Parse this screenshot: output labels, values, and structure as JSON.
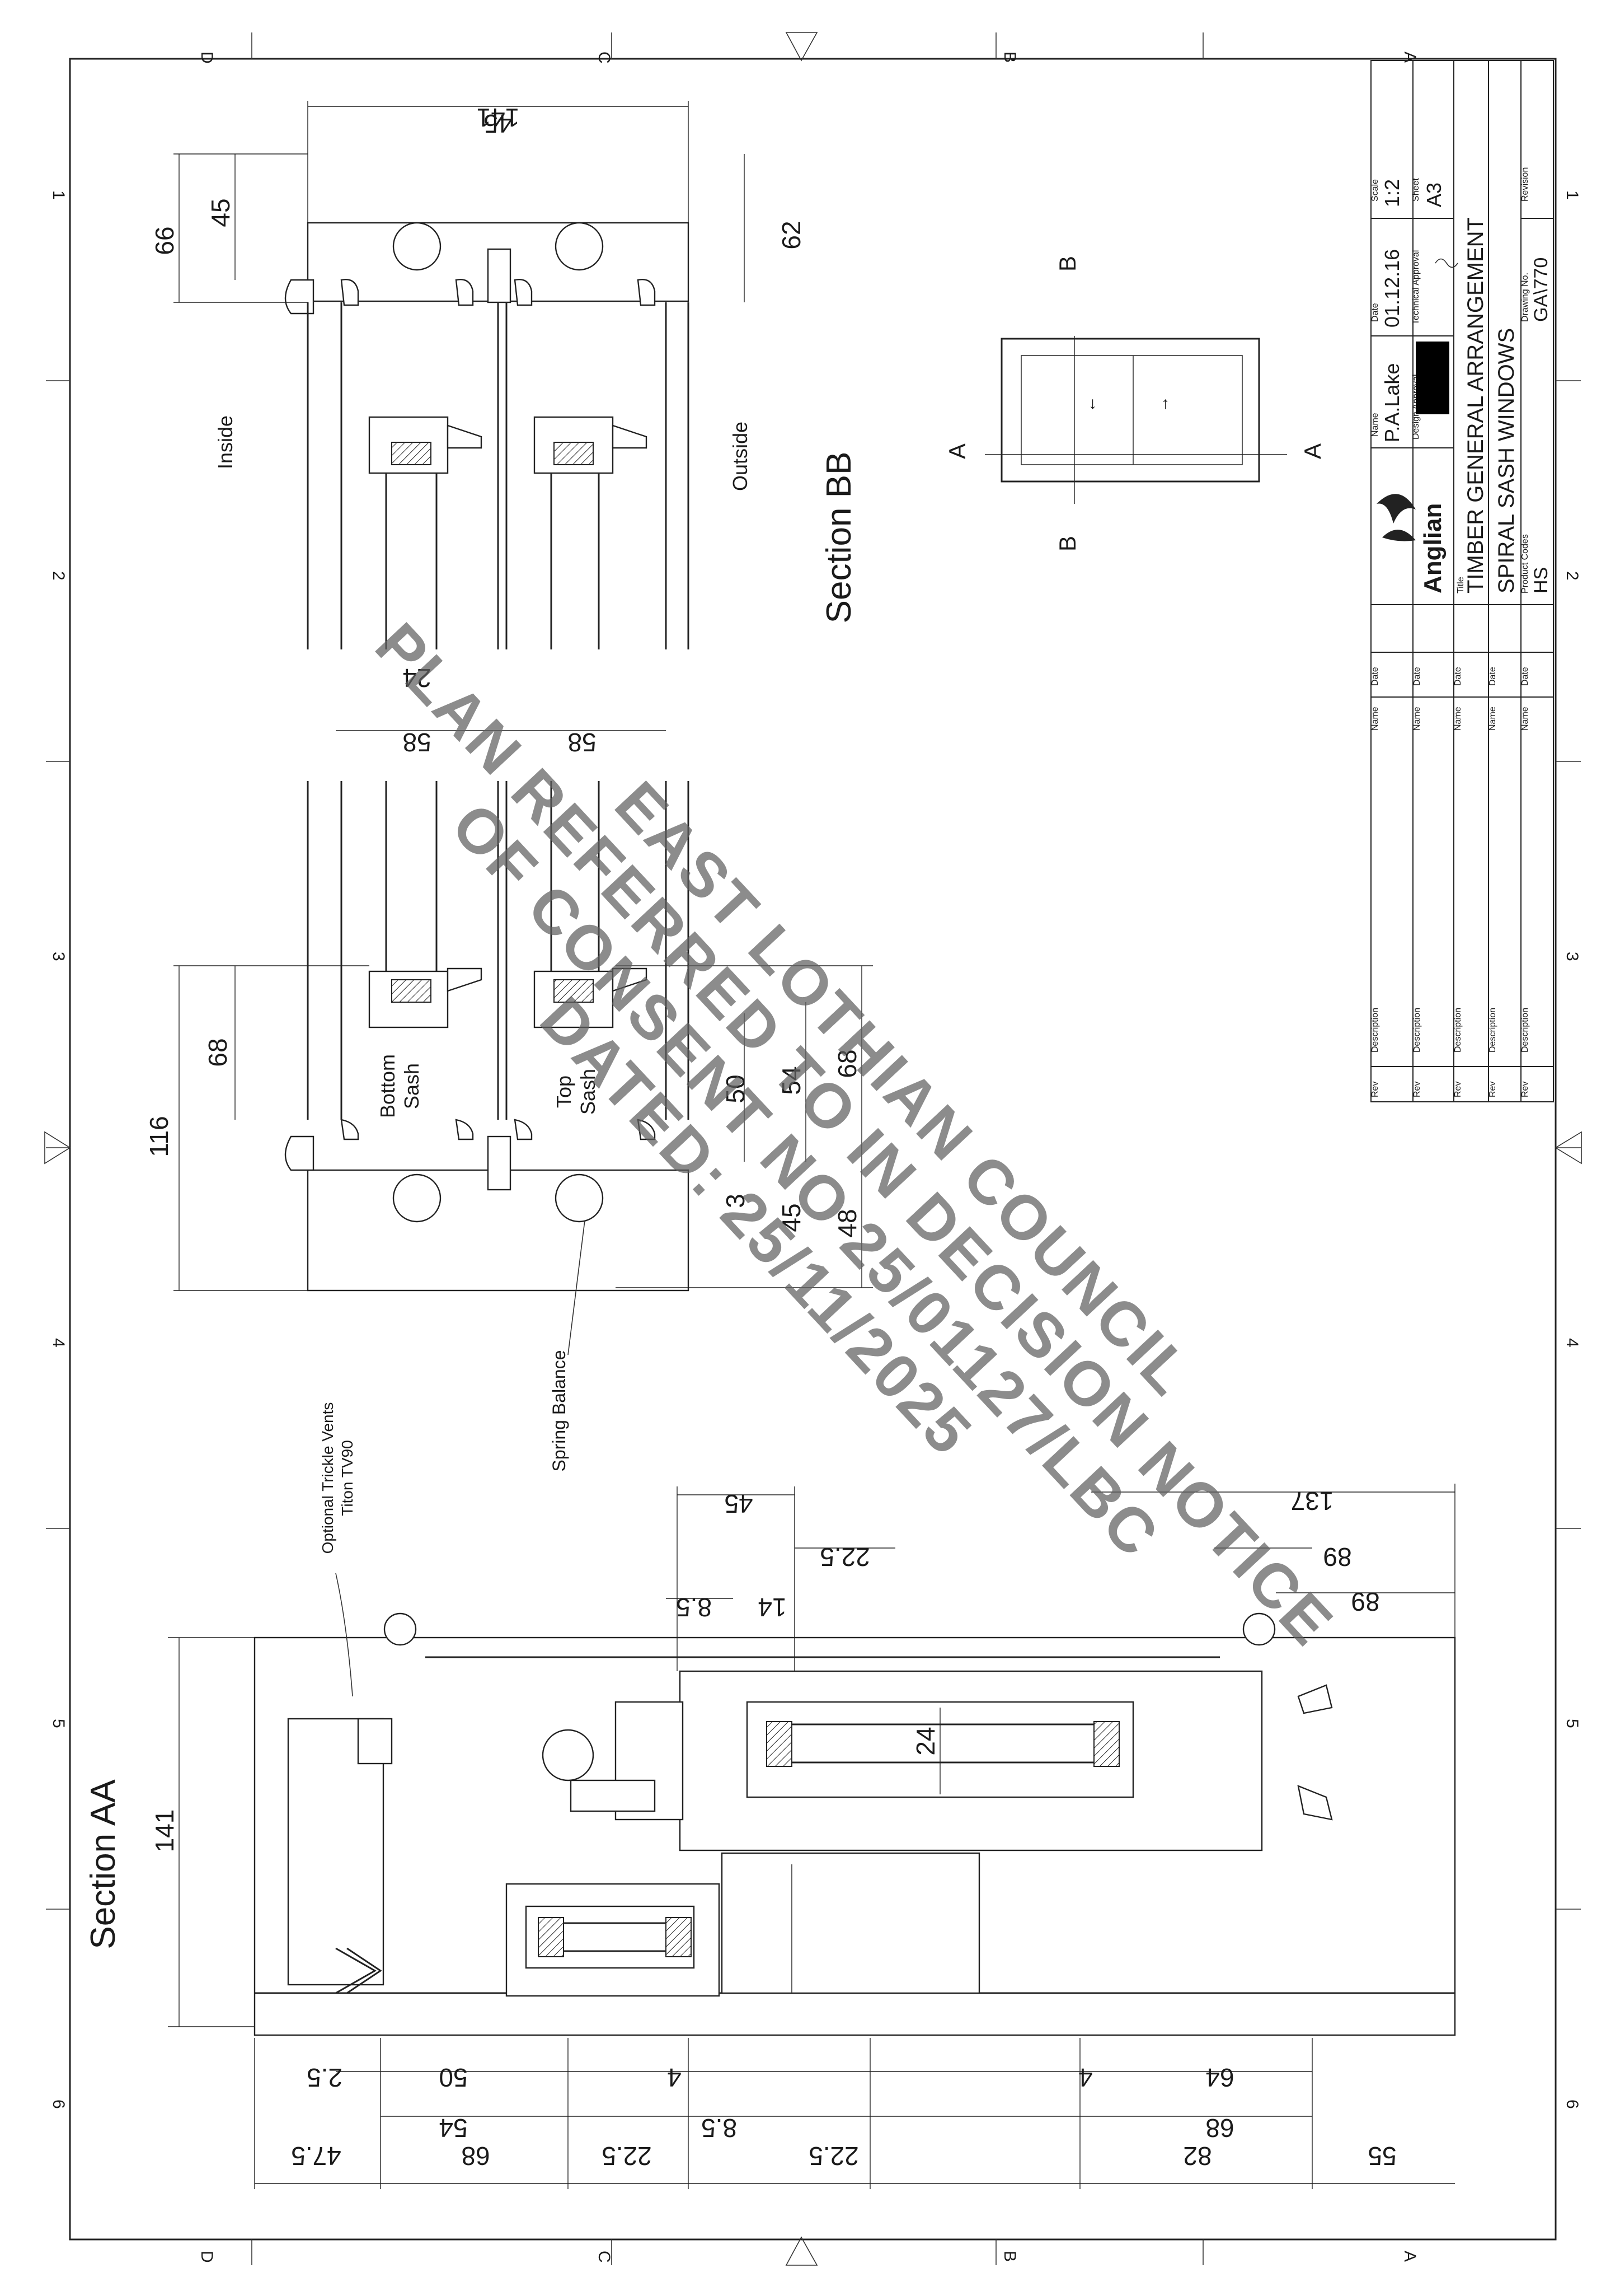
{
  "borders": {
    "columns": [
      "D",
      "C",
      "B",
      "A"
    ],
    "rows": [
      "1",
      "2",
      "3",
      "4",
      "5",
      "6"
    ]
  },
  "section_aa": {
    "title": "Section AA",
    "overall_width": "141",
    "trickle_vent_note": [
      "Optional Trickle Vents",
      "Titon TV90"
    ],
    "dims_bottom": [
      "47.5",
      "68",
      "22.5",
      "22.5",
      "82",
      "55"
    ],
    "dims_inner_row1": [
      "2.5",
      "50",
      "4",
      "4",
      "64"
    ],
    "dims_inner_row2": [
      "54",
      "8.5",
      "68"
    ],
    "dims_top": [
      "45",
      "22.5",
      "8.5",
      "14",
      "137",
      "89",
      "89"
    ],
    "glass_gap": "24"
  },
  "section_bb": {
    "title": "Section BB",
    "overall_width": "141",
    "dims_top": [
      "45",
      "66",
      "62"
    ],
    "dims_mid": [
      "58",
      "58",
      "24"
    ],
    "dims_bottom_left": [
      "68",
      "116"
    ],
    "dims_bottom_right": [
      "50",
      "54",
      "68",
      "3",
      "45",
      "48"
    ],
    "label_inside": "Inside",
    "label_outside": "Outside",
    "label_bottom_sash": [
      "Bottom",
      "Sash"
    ],
    "label_top_sash": [
      "Top",
      "Sash"
    ],
    "spring_balance": "Spring Balance"
  },
  "key_plan": {
    "a": "A",
    "b": "B"
  },
  "stamp": {
    "line1": "EAST LOTHIAN COUNCIL",
    "line2": "PLAN REFERRED TO IN DECISION NOTICE",
    "line3": "OF CONSENT NO 25/01127/LBC",
    "line4": "DATED: 25/11/2025"
  },
  "title_block": {
    "scale_label": "Scale",
    "scale_value": "1:2",
    "sheet_label": "Sheet",
    "sheet_value": "A3",
    "date_label": "Date",
    "date_value": "01.12.16",
    "technical_approval_label": "Technical Approval",
    "name_label": "Name",
    "name_value": "P.A.Lake",
    "design_approval_label": "Design Approval",
    "title_label": "Title",
    "title_line1": "TIMBER GENERAL ARRANGEMENT",
    "title_line2": "SPIRAL SASH WINDOWS",
    "product_codes_label": "Product Codes",
    "product_codes_value": "HS",
    "drawing_no_label": "Drawing No.",
    "drawing_no_value": "GA\\770",
    "revision_label": "Revision",
    "logo_text": "Anglian",
    "rev_rows": [
      {
        "rev": "Rev",
        "description": "Description",
        "name": "Name",
        "date": "Date"
      },
      {
        "rev": "Rev",
        "description": "Description",
        "name": "Name",
        "date": "Date"
      },
      {
        "rev": "Rev",
        "description": "Description",
        "name": "Name",
        "date": "Date"
      },
      {
        "rev": "Rev",
        "description": "Description",
        "name": "Name",
        "date": "Date"
      },
      {
        "rev": "Rev",
        "description": "Description",
        "name": "Name",
        "date": "Date"
      }
    ]
  }
}
